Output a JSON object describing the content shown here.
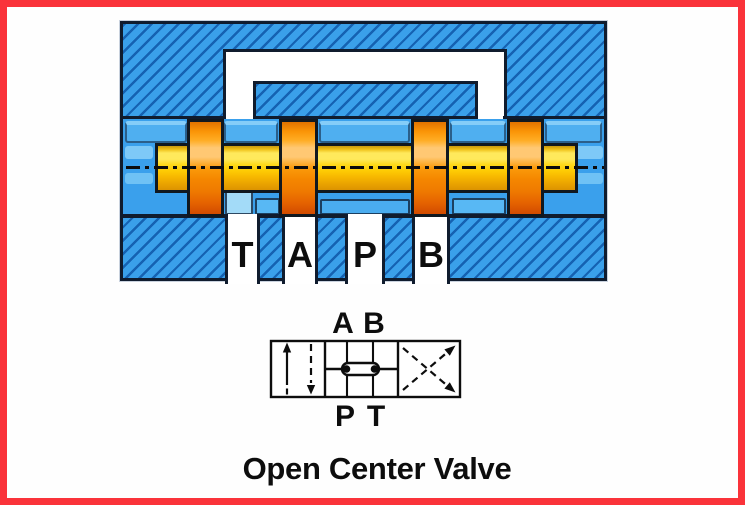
{
  "title": "Open Center Valve",
  "cross_section": {
    "description": "spool valve cross-section with bypass channel",
    "ports": [
      {
        "label": "T"
      },
      {
        "label": "A"
      },
      {
        "label": "P"
      },
      {
        "label": "B"
      }
    ]
  },
  "schematic_symbol": {
    "description": "4/3 directional control valve symbol, open center",
    "top_labels": [
      {
        "label": "A"
      },
      {
        "label": "B"
      }
    ],
    "bottom_labels": [
      {
        "label": "P"
      },
      {
        "label": "T"
      }
    ]
  },
  "colors": {
    "frame_red": "#fa333a",
    "background_white": "#fefefe",
    "body_blue": "#3aa0ea",
    "hatch_line_blue": "#1562b2",
    "bore_blue": "#3aa0ec",
    "spool_yellow": "#ffd91c",
    "land_orange": "#fb9b0a",
    "outline_dark": "#101c2e",
    "label_black": "#0d0d0d"
  }
}
